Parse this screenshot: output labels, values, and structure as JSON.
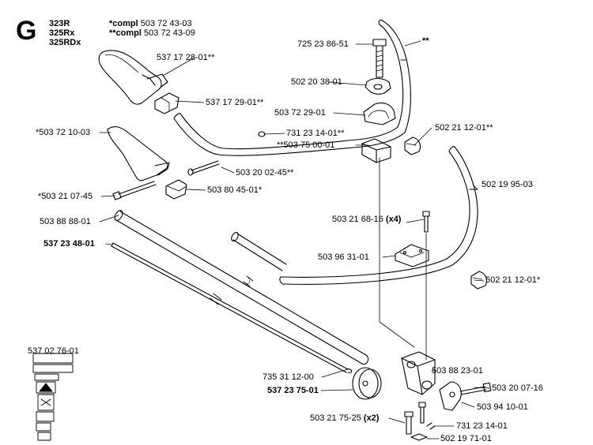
{
  "header": {
    "section_letter": "G",
    "models": [
      "323R",
      "325Rx",
      "325RDx"
    ],
    "compl": [
      {
        "key": "*compl",
        "value": "503 72 43-03"
      },
      {
        "key": "**compl",
        "value": "503 72 43-09"
      }
    ]
  },
  "labels": {
    "p_725238651": "725 23 86-51",
    "star2_top": "**",
    "p_537172801": "537 17 28-01**",
    "p_502203801": "502 20 38-01",
    "p_537172901": "537 17 29-01**",
    "p_503722901": "503 72 29-01",
    "p_503721003": "*503 72 10-03",
    "p_731231401_top": "731 23 14-01**",
    "p_502211201_top": "502 21 12-01**",
    "p_503750001": "**503 75 00-01",
    "p_503200245": "503 20 02-45**",
    "p_503210745": "*503 21 07-45",
    "p_503804501": "503 80 45-01*",
    "p_502199503": "502 19 95-03",
    "p_503888801": "503 88 88-01",
    "p_503216816": "503 21 68-16",
    "p_x4": "(x4)",
    "p_537234801": "537 23 48-01",
    "p_503963101": "503 96 31-01",
    "p_502211201_right": "502 21 12-01*",
    "p_537027601": "537 02 76-01",
    "p_735311200": "735 31 12-00",
    "p_503882301": "503 88 23-01",
    "p_537237501": "537 23 75-01",
    "p_503200716": "503 20 07-16",
    "p_503941001": "503 94 10-01",
    "p_503217525": "503 21 75-25",
    "p_x2": "(x2)",
    "p_731231401_bottom": "731 23 14-01",
    "p_502197101": "502 19 71-01"
  }
}
